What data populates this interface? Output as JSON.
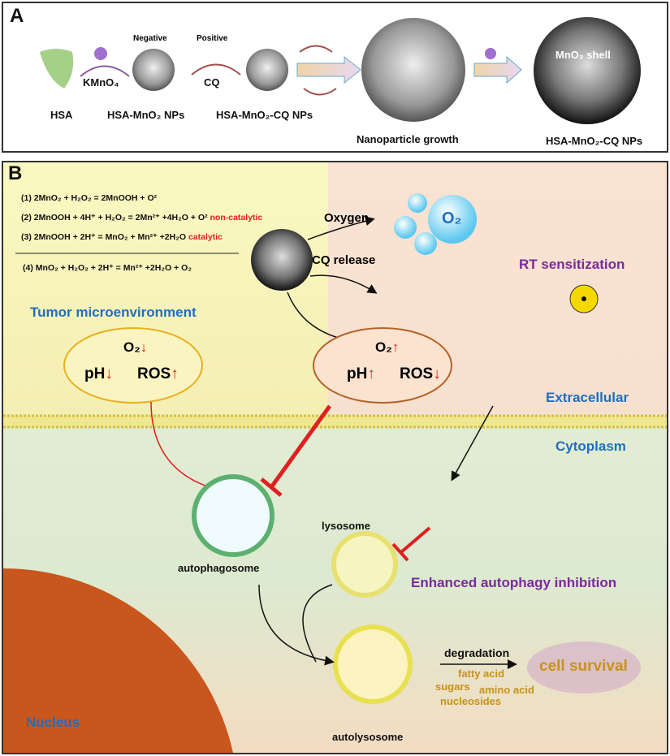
{
  "panel_a": {
    "label": "A",
    "negative": "Negative",
    "positive": "Positive",
    "kmno4": "KMnO₄",
    "cq": "CQ",
    "hsa": "HSA",
    "hsa_mno2": "HSA-MnO₂ NPs",
    "hsa_mno2_cq": "HSA-MnO₂-CQ NPs",
    "growth": "Nanoparticle growth",
    "shell": "MnO₂ shell",
    "final": "HSA-MnO₂-CQ NPs"
  },
  "panel_b": {
    "label": "B",
    "equations": [
      {
        "text": "(1) 2MnO₂ + H₂O₂ = 2MnOOH + O²",
        "note": ""
      },
      {
        "text": "(2) 2MnOOH + 4H⁺ + H₂O₂ = 2Mn²⁺ +4H₂O + O²",
        "note": "non-catalytic"
      },
      {
        "text": "(3) 2MnOOH + 2H⁺ = MnO₂ + Mn²⁺ +2H₂O",
        "note": "catalytic"
      },
      {
        "text": "(4) MnO₂ + H₂O₂ + 2H⁺ = Mn²⁺ +2H₂O + O₂",
        "note": ""
      }
    ],
    "oxygen": "Oxygen",
    "o2_bubble": "O₂",
    "cq_release": "CQ release",
    "rt_sensitization": "RT sensitization",
    "tumor_microenvironment": "Tumor microenvironment",
    "left_ellipse": {
      "o2": "O₂",
      "ph": "pH",
      "ros": "ROS"
    },
    "right_ellipse": {
      "o2": "O₂",
      "ph": "pH",
      "ros": "ROS"
    },
    "extracellular": "Extracellular",
    "cytoplasm": "Cytoplasm",
    "autophagosome": "autophagosome",
    "lysosome": "lysosome",
    "enhanced": "Enhanced autophagy inhibition",
    "degradation": "degradation",
    "products": [
      "fatty acid",
      "sugars",
      "amino acid",
      "nucleosides"
    ],
    "cell_survival": "cell survival",
    "autolysosome": "autolysosome",
    "nucleus": "Nucleus"
  },
  "colors": {
    "blue_text": "#1f6fbf",
    "purple_text": "#7a2a9a",
    "red": "#e02020",
    "gold": "#c8921a",
    "nucleus": "#c9561c"
  }
}
